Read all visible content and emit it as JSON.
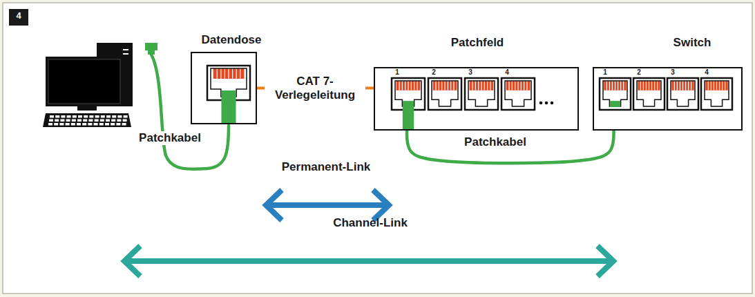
{
  "diagram": {
    "nodes": [
      {
        "text": [
          "Datendose"
        ]
      },
      {
        "text": [
          "Patchfeld"
        ]
      },
      {
        "text": [
          "Switch"
        ]
      }
    ],
    "edges": [
      {
        "from": 0,
        "to": 1,
        "arrow": "none",
        "label": "CAT 7- Verlegeleitung"
      },
      {
        "from": 1,
        "to": 2,
        "arrow": "none",
        "label": "Patchkabel"
      }
    ],
    "labels": [
      "4",
      "Patchkabel",
      "1",
      "2",
      "3",
      "4",
      "1",
      "2",
      "3",
      "4",
      "Permanent-Link",
      "Channel-Link"
    ]
  }
}
